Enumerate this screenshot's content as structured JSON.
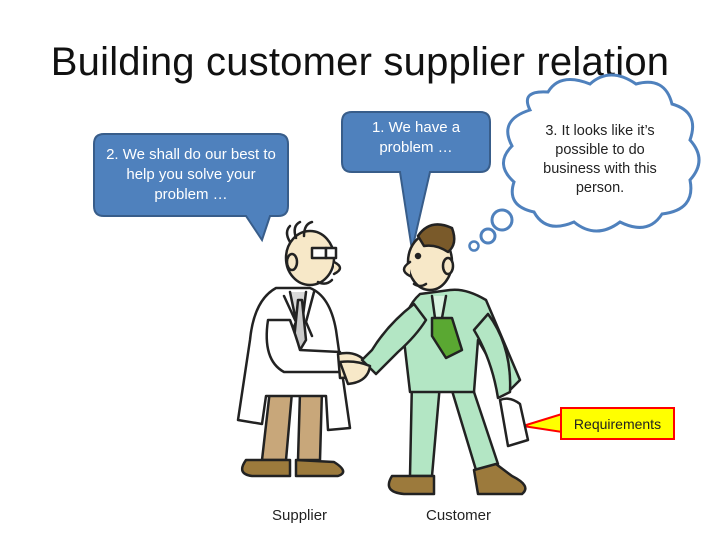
{
  "slide": {
    "title": "Building customer supplier relation",
    "bubble_customer": "1. We have a problem …",
    "bubble_supplier": "2. We shall do our best to help you solve your problem …",
    "thought_customer": "3. It looks like it’s possible to do business with this person.",
    "requirements_label": "Requirements",
    "supplier_label": "Supplier",
    "customer_label": "Customer"
  },
  "colors": {
    "bubble_fill": "#4f81bd",
    "bubble_stroke": "#385d8a",
    "thought_fill": "#ffffff",
    "thought_stroke": "#4f81bd",
    "requirements_fill": "#ffff00",
    "requirements_border": "#ff0000",
    "customer_suit": "#b3e6c4",
    "customer_tie": "#5aa832",
    "supplier_coat": "#ffffff",
    "shoes": "#9c7a3c"
  }
}
